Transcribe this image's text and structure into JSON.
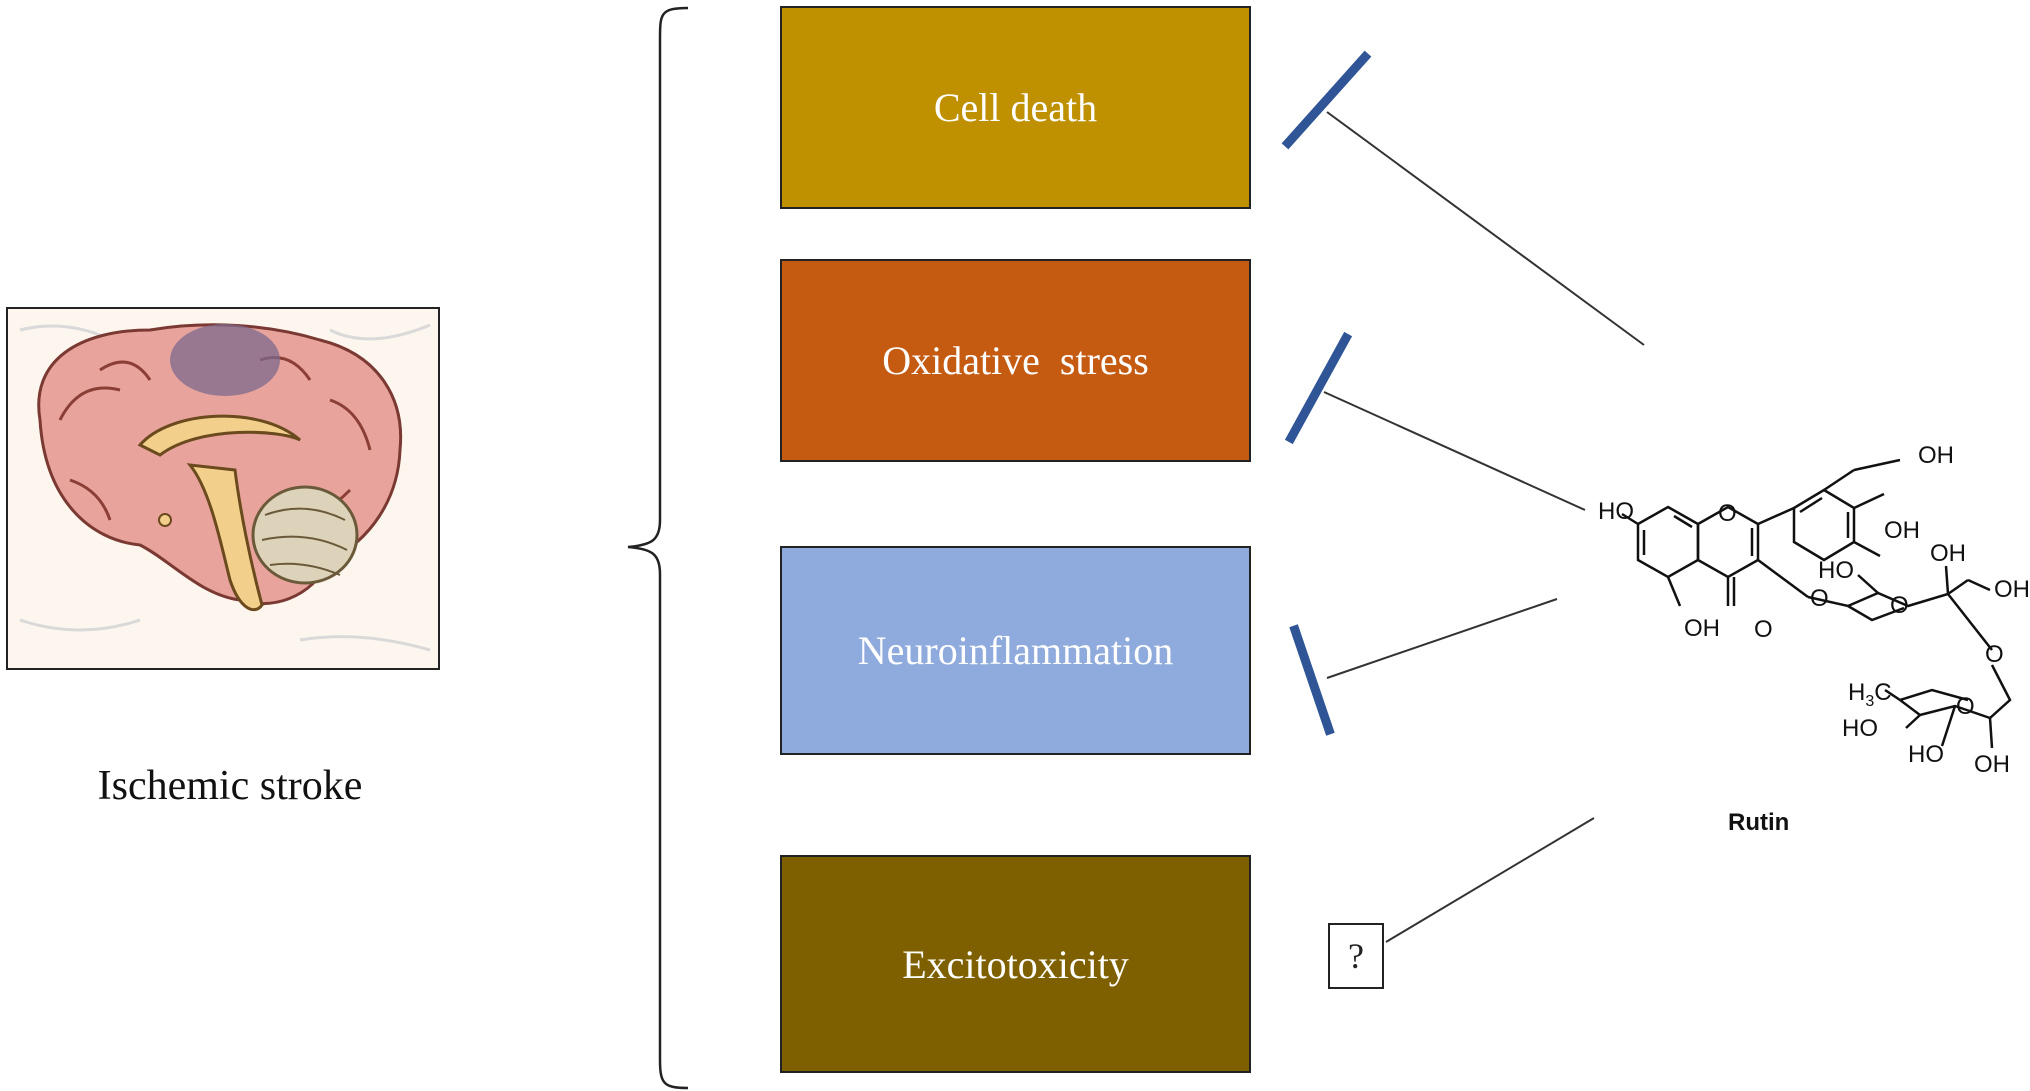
{
  "condition_label": "Ischemic stroke",
  "pathways": [
    {
      "label": "Cell death",
      "color": "#BF9000",
      "effect": "inhibited"
    },
    {
      "label": "Oxidative  stress",
      "color": "#C55A11",
      "effect": "inhibited"
    },
    {
      "label": "Neuroinflammation",
      "color": "#8FAADC",
      "effect": "inhibited"
    },
    {
      "label": "Excitotoxicity",
      "color": "#7F6000",
      "effect": "unknown"
    }
  ],
  "unknown_marker": "?",
  "inhibitor_color": "#2F5597",
  "compound": {
    "name": "Rutin",
    "atom_labels": {
      "oh1": "OH",
      "oh2": "OH",
      "ho_left": "HO",
      "oh_bottom": "OH",
      "o_carbonyl": "O",
      "o_ring": "O",
      "o_link": "O",
      "o_sugar_ring": "O",
      "ho_sugar": "HO",
      "oh_sugar_top": "OH",
      "oh_sugar_right": "OH",
      "o_bridge": "O",
      "h3c": "H3C",
      "o_rham": "O",
      "ho_rham1": "HO",
      "ho_rham2": "HO",
      "oh_rham": "OH"
    }
  }
}
